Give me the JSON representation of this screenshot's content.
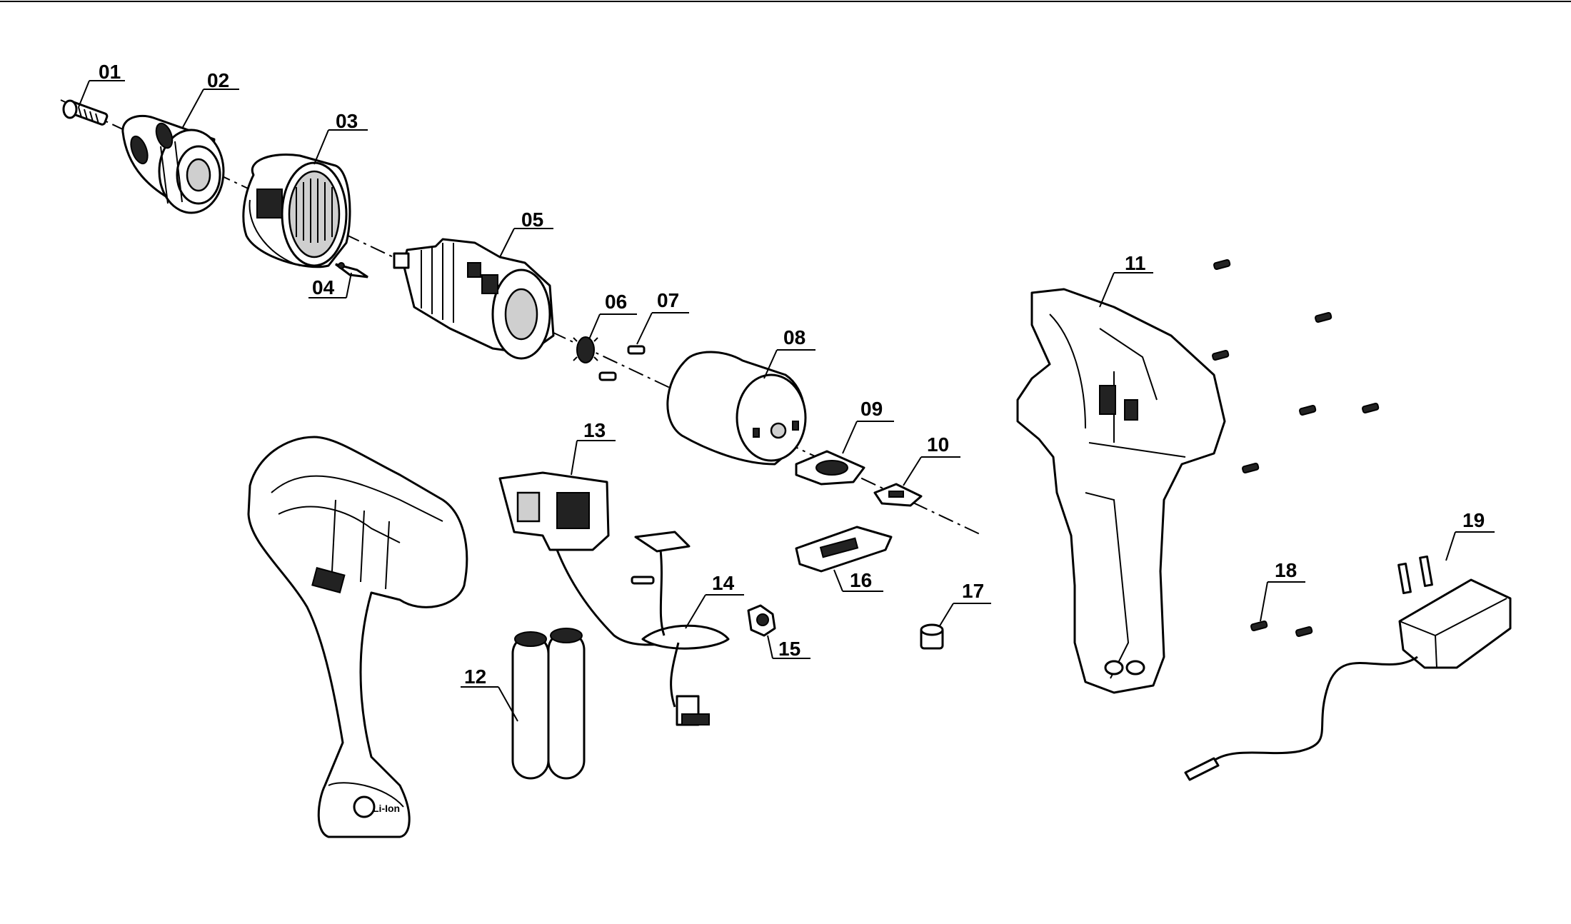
{
  "parts": [
    {
      "id": "01",
      "label": "01"
    },
    {
      "id": "02",
      "label": "02"
    },
    {
      "id": "03",
      "label": "03"
    },
    {
      "id": "04",
      "label": "04"
    },
    {
      "id": "05",
      "label": "05"
    },
    {
      "id": "06",
      "label": "06"
    },
    {
      "id": "07",
      "label": "07"
    },
    {
      "id": "08",
      "label": "08"
    },
    {
      "id": "09",
      "label": "09"
    },
    {
      "id": "10",
      "label": "10"
    },
    {
      "id": "11",
      "label": "11"
    },
    {
      "id": "12",
      "label": "12"
    },
    {
      "id": "13",
      "label": "13"
    },
    {
      "id": "14",
      "label": "14"
    },
    {
      "id": "15",
      "label": "15"
    },
    {
      "id": "16",
      "label": "16"
    },
    {
      "id": "17",
      "label": "17"
    },
    {
      "id": "18",
      "label": "18"
    },
    {
      "id": "19",
      "label": "19"
    }
  ],
  "logo_text": "Li-Ion"
}
